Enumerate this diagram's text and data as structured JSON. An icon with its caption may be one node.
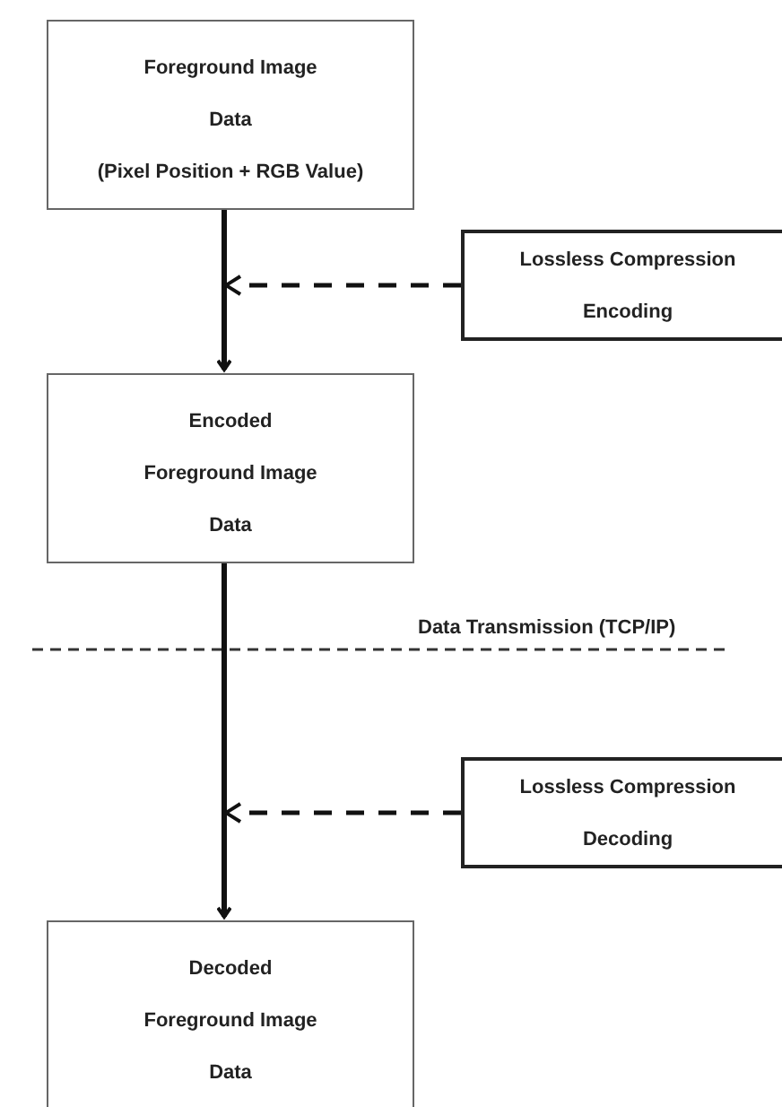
{
  "diagram": {
    "nodes": [
      {
        "text": [
          "Foreground Image",
          "Data",
          "(Pixel Position + RGB Value)"
        ]
      },
      {
        "text": [
          "Lossless Compression",
          "Encoding"
        ]
      },
      {
        "text": [
          "Encoded",
          "Foreground Image",
          "Data"
        ]
      },
      {
        "text": [
          "Lossless Compression",
          "Decoding"
        ]
      },
      {
        "text": [
          "Decoded",
          "Foreground Image",
          "Data"
        ]
      }
    ],
    "edges": [
      {
        "from": 0,
        "to": 2,
        "arrow": "to"
      },
      {
        "from": 1,
        "to": null,
        "arrow": "to",
        "style": "dashed"
      },
      {
        "from": 2,
        "to": 4,
        "arrow": "to"
      },
      {
        "from": 3,
        "to": null,
        "arrow": "to",
        "style": "dashed"
      }
    ],
    "labels": [
      "Data Transmission (TCP/IP)"
    ]
  }
}
